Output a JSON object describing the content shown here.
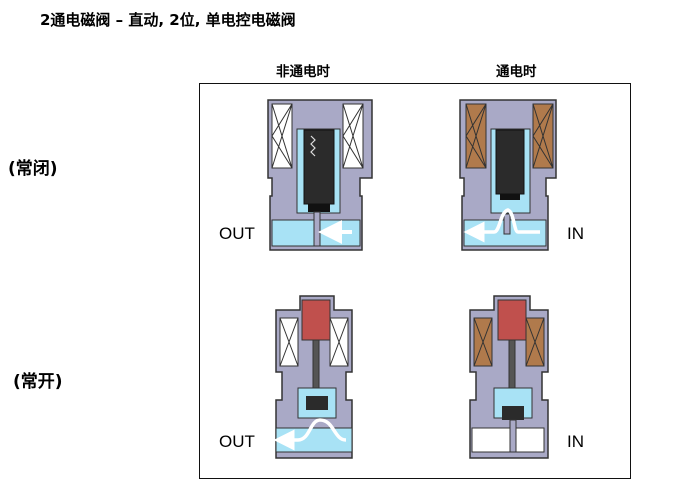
{
  "title": "2通电磁阀 – 直动, 2位, 单电控电磁阀",
  "columns": {
    "deenergized": "非通电时",
    "energized": "通电时"
  },
  "rows": {
    "normally_closed": "(常闭)",
    "normally_open": "(常开)"
  },
  "ports": {
    "nc_off": "OUT",
    "nc_on": "IN",
    "no_off": "OUT",
    "no_on": "IN"
  },
  "colors": {
    "body": "#a9a9c6",
    "body_stroke": "#333333",
    "fluid": "#a8e2f5",
    "coil_off": "#ffffff",
    "coil_on": "#b07a4c",
    "plunger": "#2b2b2b",
    "armature": "#c0504d",
    "arrow": "#ffffff"
  }
}
